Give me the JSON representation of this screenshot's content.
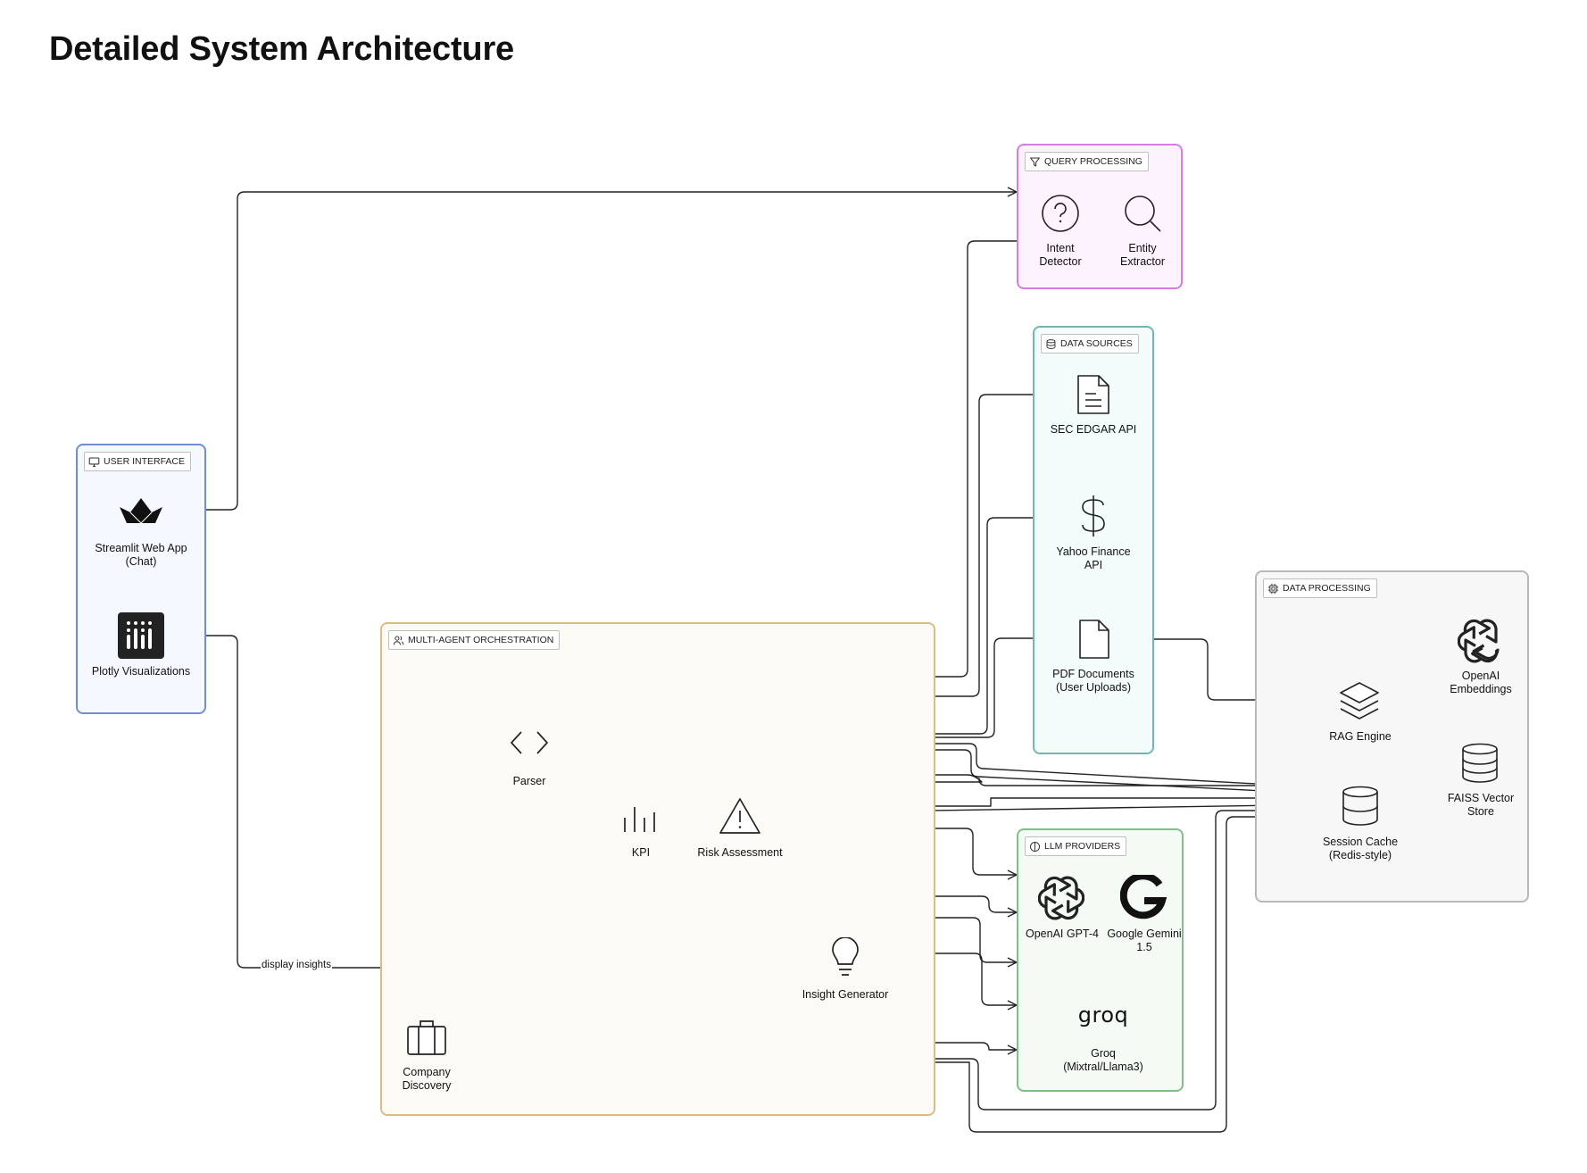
{
  "page": {
    "title": "Detailed System Architecture"
  },
  "groups": {
    "user_interface": "USER INTERFACE",
    "query_processing": "QUERY PROCESSING",
    "data_sources": "DATA SOURCES",
    "data_processing": "DATA PROCESSING",
    "multi_agent": "MULTI-AGENT ORCHESTRATION",
    "llm_providers": "LLM PROVIDERS"
  },
  "nodes": {
    "streamlit": "Streamlit Web App (Chat)",
    "plotly": "Plotly Visualizations",
    "intent": "Intent Detector",
    "entity": "Entity Extractor",
    "sec": "SEC EDGAR API",
    "yahoo": "Yahoo Finance API",
    "pdf": "PDF Documents (User Uploads)",
    "rag": "RAG Engine",
    "openai_emb": "OpenAI Embeddings",
    "faiss": "FAISS Vector Store",
    "session": "Session Cache (Redis-style)",
    "parser": "Parser",
    "kpi": "KPI",
    "risk": "Risk Assessment",
    "insight": "Insight Generator",
    "company": "Company Discovery",
    "gpt4": "OpenAI GPT-4",
    "gemini": "Google Gemini 1.5",
    "groq_logo": "groq",
    "groq": "Groq (Mixtral/Llama3)"
  },
  "edges": {
    "display_insights": "display insights"
  },
  "icons": [
    "monitor-icon",
    "streamlit-icon",
    "plotly-icon",
    "funnel-icon",
    "question-icon",
    "search-icon",
    "database-icon",
    "document-icon",
    "dollar-icon",
    "file-icon",
    "chip-icon",
    "layers-icon",
    "openai-icon",
    "cylinder-icon",
    "users-icon",
    "code-icon",
    "bar-chart-icon",
    "warning-icon",
    "lightbulb-icon",
    "briefcase-icon",
    "brain-icon",
    "google-icon"
  ],
  "colors": {
    "user_interface": "#6e8fd8",
    "query_processing": "#d57ee0",
    "data_sources": "#6fb7b0",
    "data_processing": "#b8b8b8",
    "multi_agent": "#d8be86",
    "llm_providers": "#7fc08a"
  }
}
